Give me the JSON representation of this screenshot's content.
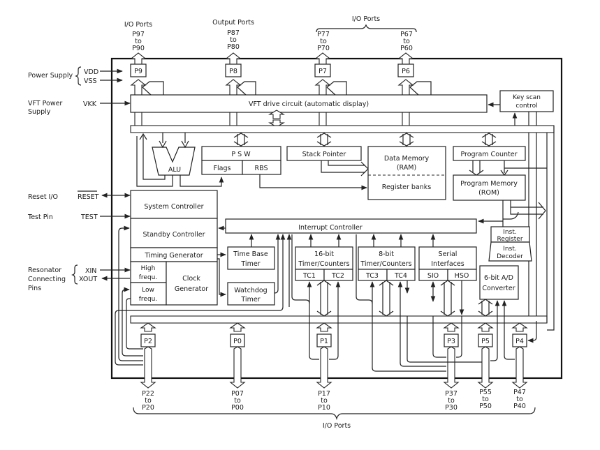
{
  "top_ports": [
    {
      "group": "I/O Ports",
      "range_hi": "P97",
      "to": "to",
      "range_lo": "P90",
      "port": "P9"
    },
    {
      "group": "Output Ports",
      "range_hi": "P87",
      "to": "to",
      "range_lo": "P80",
      "port": "P8"
    },
    {
      "range_hi": "P77",
      "to": "to",
      "range_lo": "P70",
      "port": "P7"
    },
    {
      "range_hi": "P67",
      "to": "to",
      "range_lo": "P60",
      "port": "P6"
    }
  ],
  "top_io_group_label": "I/O Ports",
  "left_pins": {
    "power_supply": "Power Supply",
    "vdd": "VDD",
    "vss": "VSS",
    "vft_power_1": "VFT Power",
    "vft_power_2": "Supply",
    "vkk": "VKK",
    "reset_io": "Reset I/O",
    "reset": "RESET",
    "test_pin": "Test Pin",
    "test": "TEST",
    "resonator_1": "Resonator",
    "resonator_2": "Connecting",
    "resonator_3": "Pins",
    "xin": "XIN",
    "xout": "XOUT"
  },
  "blocks": {
    "vft_drive": "VFT drive circuit (automatic display)",
    "key_scan_1": "Key scan",
    "key_scan_2": "control",
    "alu": "ALU",
    "psw": "P    S    W",
    "flags": "Flags",
    "rbs": "RBS",
    "stack_pointer": "Stack Pointer",
    "data_memory_1": "Data Memory",
    "data_memory_2": "(RAM)",
    "register_banks": "Register banks",
    "program_counter": "Program Counter",
    "program_memory_1": "Program Memory",
    "program_memory_2": "(ROM)",
    "system_controller": "System Controller",
    "standby_controller": "Standby Controller",
    "interrupt_controller": "Interrupt Controller",
    "inst_register_1": "Inst.",
    "inst_register_2": "Register",
    "inst_decoder_1": "Inst.",
    "inst_decoder_2": "Decoder",
    "timing_generator": "Timing Generator",
    "time_base_1": "Time Base",
    "time_base_2": "Timer",
    "high_frequ_1": "High",
    "high_frequ_2": "frequ.",
    "low_frequ_1": "Low",
    "low_frequ_2": "frequ.",
    "clock_gen_1": "Clock",
    "clock_gen_2": "Generator",
    "watchdog_1": "Watchdog",
    "watchdog_2": "Timer",
    "tc16_1": "16-bit",
    "tc16_2": "Timer/Counters",
    "tc1": "TC1",
    "tc2": "TC2",
    "tc8_1": "8-bit",
    "tc8_2": "Timer/Counters",
    "tc3": "TC3",
    "tc4": "TC4",
    "serial_1": "Serial",
    "serial_2": "Interfaces",
    "sio": "SIO",
    "hso": "HSO",
    "adc_1": "6-bit A/D",
    "adc_2": "Converter"
  },
  "bottom_ports": [
    {
      "port": "P2",
      "range_hi": "P22",
      "to": "to",
      "range_lo": "P20"
    },
    {
      "port": "P0",
      "range_hi": "P07",
      "to": "to",
      "range_lo": "P00"
    },
    {
      "port": "P1",
      "range_hi": "P17",
      "to": "to",
      "range_lo": "P10"
    },
    {
      "port": "P3",
      "range_hi": "P37",
      "to": "to",
      "range_lo": "P30"
    },
    {
      "port": "P5",
      "range_hi": "P55",
      "to": "to",
      "range_lo": "P50"
    },
    {
      "port": "P4",
      "range_hi": "P47",
      "to": "to",
      "range_lo": "P40"
    }
  ],
  "bottom_io_group_label": "I/O Ports"
}
